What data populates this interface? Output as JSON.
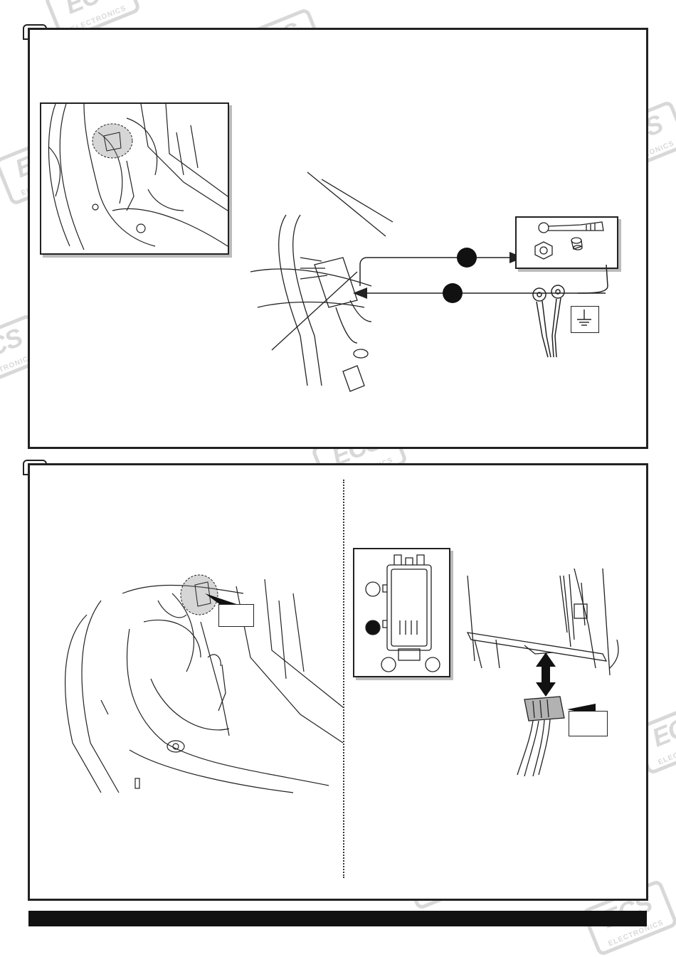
{
  "watermark": {
    "logo": "ECS",
    "subtitle": "ELECTRONICS"
  },
  "steps": [
    {
      "id": "step-1"
    },
    {
      "id": "step-2"
    }
  ],
  "colors": {
    "line": "#222222",
    "watermark": "#777777",
    "highlight": "#8a8a8a",
    "footer": "#111111"
  },
  "icons": {
    "tools": [
      "ratchet-wrench-icon",
      "nut-icon",
      "socket-icon"
    ],
    "ground": "ground-symbol-icon",
    "arrows": [
      "double-arrow-icon"
    ]
  }
}
